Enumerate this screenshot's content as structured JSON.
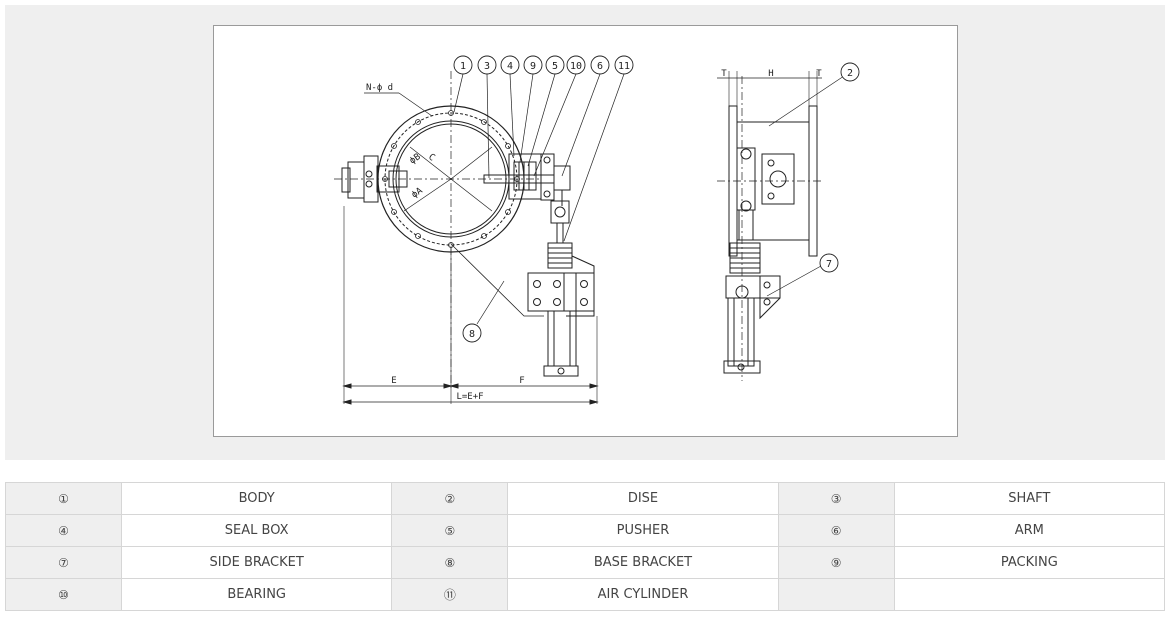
{
  "drawing": {
    "callouts": [
      "1",
      "3",
      "4",
      "9",
      "5",
      "10",
      "6",
      "11",
      "2",
      "7",
      "8"
    ],
    "dimension_labels": {
      "bolt_holes": "N-ϕ d",
      "dia_a": "ϕA",
      "dia_b": "ϕB",
      "dia_c": "C",
      "e": "E",
      "f": "F",
      "length": "L=E+F",
      "t_left": "T",
      "h": "H",
      "t_right": "T"
    }
  },
  "parts_table": {
    "rows": [
      [
        {
          "num": "①",
          "name": "BODY"
        },
        {
          "num": "②",
          "name": "DISE"
        },
        {
          "num": "③",
          "name": "SHAFT"
        }
      ],
      [
        {
          "num": "④",
          "name": "SEAL BOX"
        },
        {
          "num": "⑤",
          "name": "PUSHER"
        },
        {
          "num": "⑥",
          "name": "ARM"
        }
      ],
      [
        {
          "num": "⑦",
          "name": "SIDE BRACKET"
        },
        {
          "num": "⑧",
          "name": "BASE BRACKET"
        },
        {
          "num": "⑨",
          "name": "PACKING"
        }
      ],
      [
        {
          "num": "⑩",
          "name": "BEARING"
        },
        {
          "num": "⑪",
          "name": "AIR CYLINDER"
        },
        {
          "num": "",
          "name": ""
        }
      ]
    ]
  }
}
